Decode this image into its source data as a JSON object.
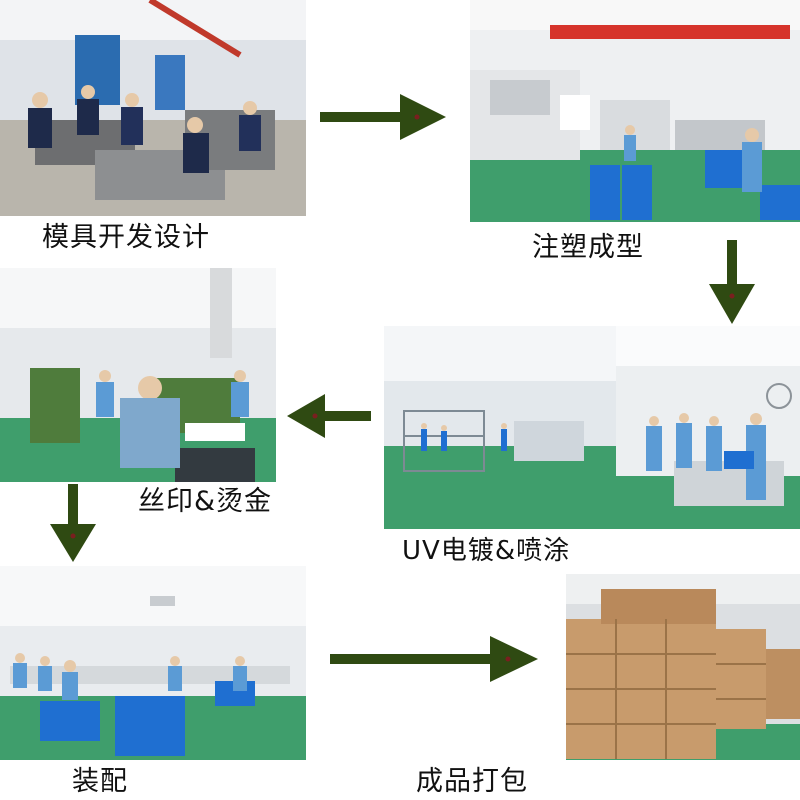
{
  "steps": [
    {
      "label": "模具开发设计",
      "photo": "mold-design-workshop"
    },
    {
      "label": "注塑成型",
      "photo": "injection-molding-hall"
    },
    {
      "label": "UV电镀&喷涂",
      "photo": "uv-plating-spraying-room"
    },
    {
      "label": "丝印&烫金",
      "photo": "silk-screen-hot-stamping-room"
    },
    {
      "label": "装配",
      "photo": "assembly-line-hall"
    },
    {
      "label": "成品打包",
      "photo": "packed-carton-warehouse"
    }
  ],
  "colors": {
    "arrow": "#2f4a12",
    "arrow_dot": "#7a1f1f",
    "factory_floor": "#3f9e6c",
    "workwear_blue": "#5b9bd5",
    "crate_blue": "#1f6fd1",
    "carton": "#c89b6c"
  },
  "icons": [
    "arrow-right-icon",
    "arrow-down-icon",
    "arrow-left-icon"
  ]
}
